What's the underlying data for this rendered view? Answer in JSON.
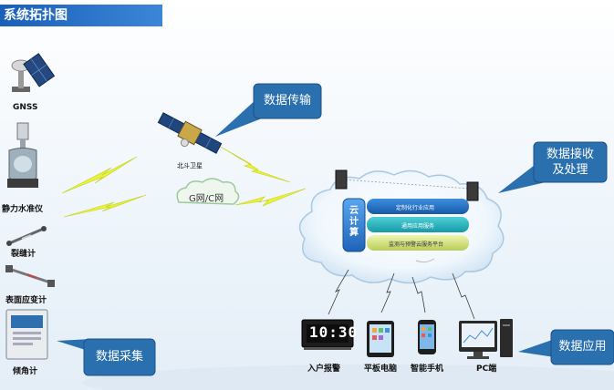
{
  "title": "系统拓扑图",
  "sensors": {
    "gnss": "GNSS",
    "level": "静力水准仪",
    "crack": "裂缝计",
    "strain": "表面应变计",
    "tilt": "倾角计"
  },
  "transmission": {
    "satellite": "北斗卫星",
    "network": "G网/C网"
  },
  "cloud": {
    "compute": "云计算",
    "layers": [
      "定制化行业应用",
      "通用应用服务",
      "监测与预警云服务平台"
    ]
  },
  "clients": {
    "alarm": "入户报警",
    "clock_display": "10:30",
    "tablet": "平板电脑",
    "phone": "智能手机",
    "pc": "PC端"
  },
  "callouts": {
    "collect": "数据采集",
    "transfer": "数据传输",
    "receive_line1": "数据接收",
    "receive_line2": "及处理",
    "apply": "数据应用"
  },
  "colors": {
    "title_bar": "#1a5fb8",
    "callout": "#2a6fae",
    "cloud_column": "#2f7fd6",
    "layer_top": "#1a6fc9",
    "layer_mid": "#22a8b8",
    "layer_bottom": "#d9e58c",
    "lightning": "#e8f236"
  }
}
